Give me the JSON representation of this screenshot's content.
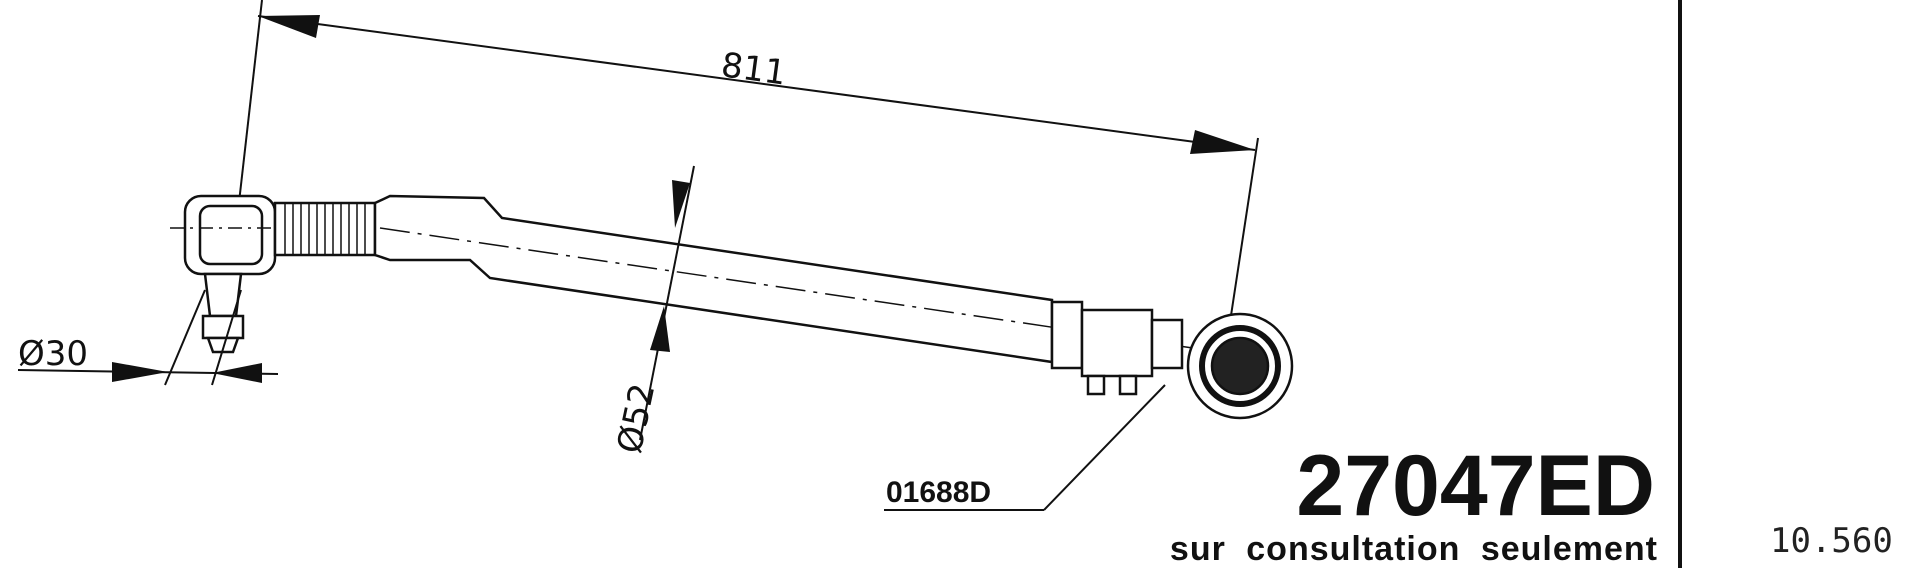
{
  "drawing": {
    "dimensions": {
      "length": "811",
      "rod_diameter": "Ø52",
      "pin_diameter": "Ø30"
    },
    "reference_code": "01688D",
    "part_number": "27047ED",
    "note": "sur consultation seulement",
    "side_value": "10.560"
  }
}
